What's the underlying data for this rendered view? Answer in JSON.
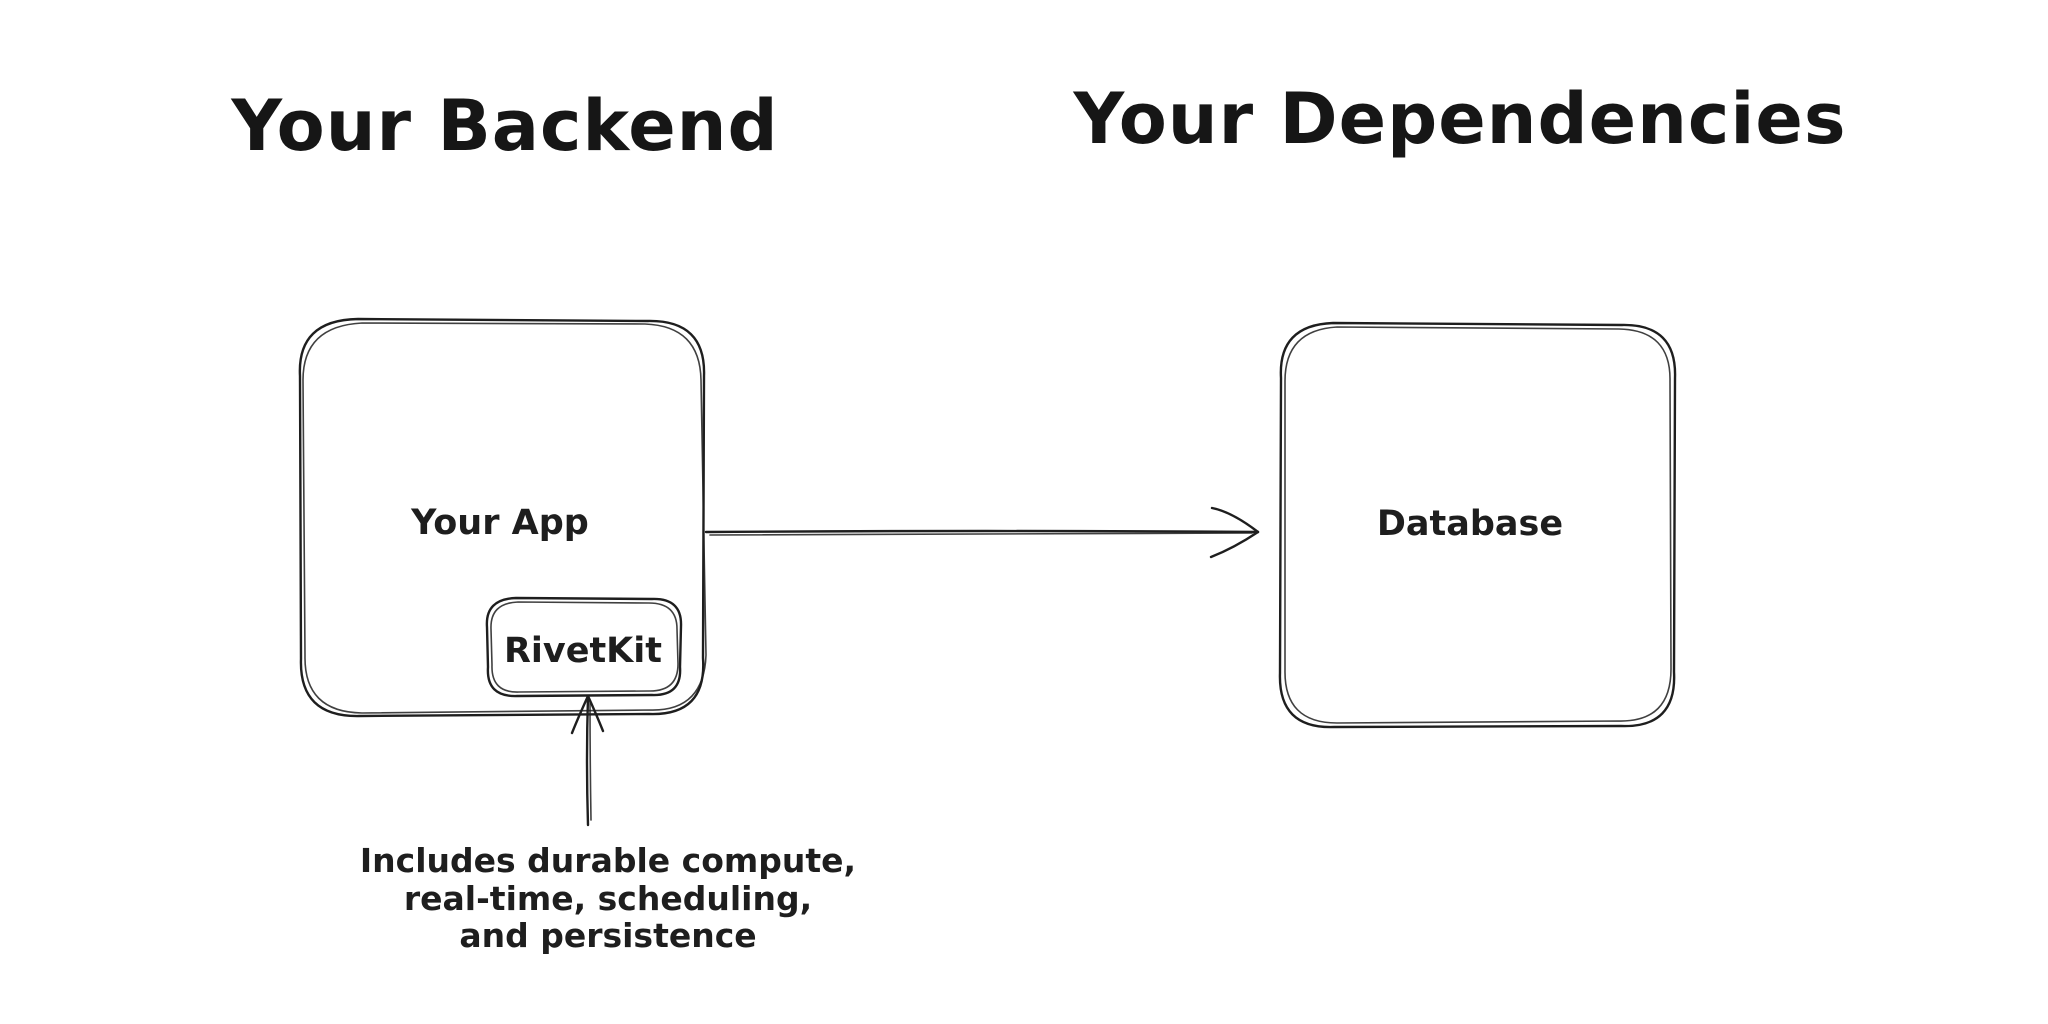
{
  "canvas": {
    "background_color": "#ffffff",
    "stroke_color": "#1e1e1e"
  },
  "titles": {
    "left": "Your Backend",
    "right": "Your Dependencies"
  },
  "nodes": {
    "your_app": {
      "label": "Your App"
    },
    "rivetkit": {
      "label": "RivetKit"
    },
    "database": {
      "label": "Database"
    }
  },
  "edges": {
    "app_to_database": {
      "from": "Your App",
      "to": "Database"
    },
    "annotation_to_rivetkit": {
      "from": "annotation",
      "to": "RivetKit"
    }
  },
  "annotation": {
    "lines": [
      "Includes durable compute,",
      "real-time, scheduling,",
      "and persistence"
    ]
  }
}
